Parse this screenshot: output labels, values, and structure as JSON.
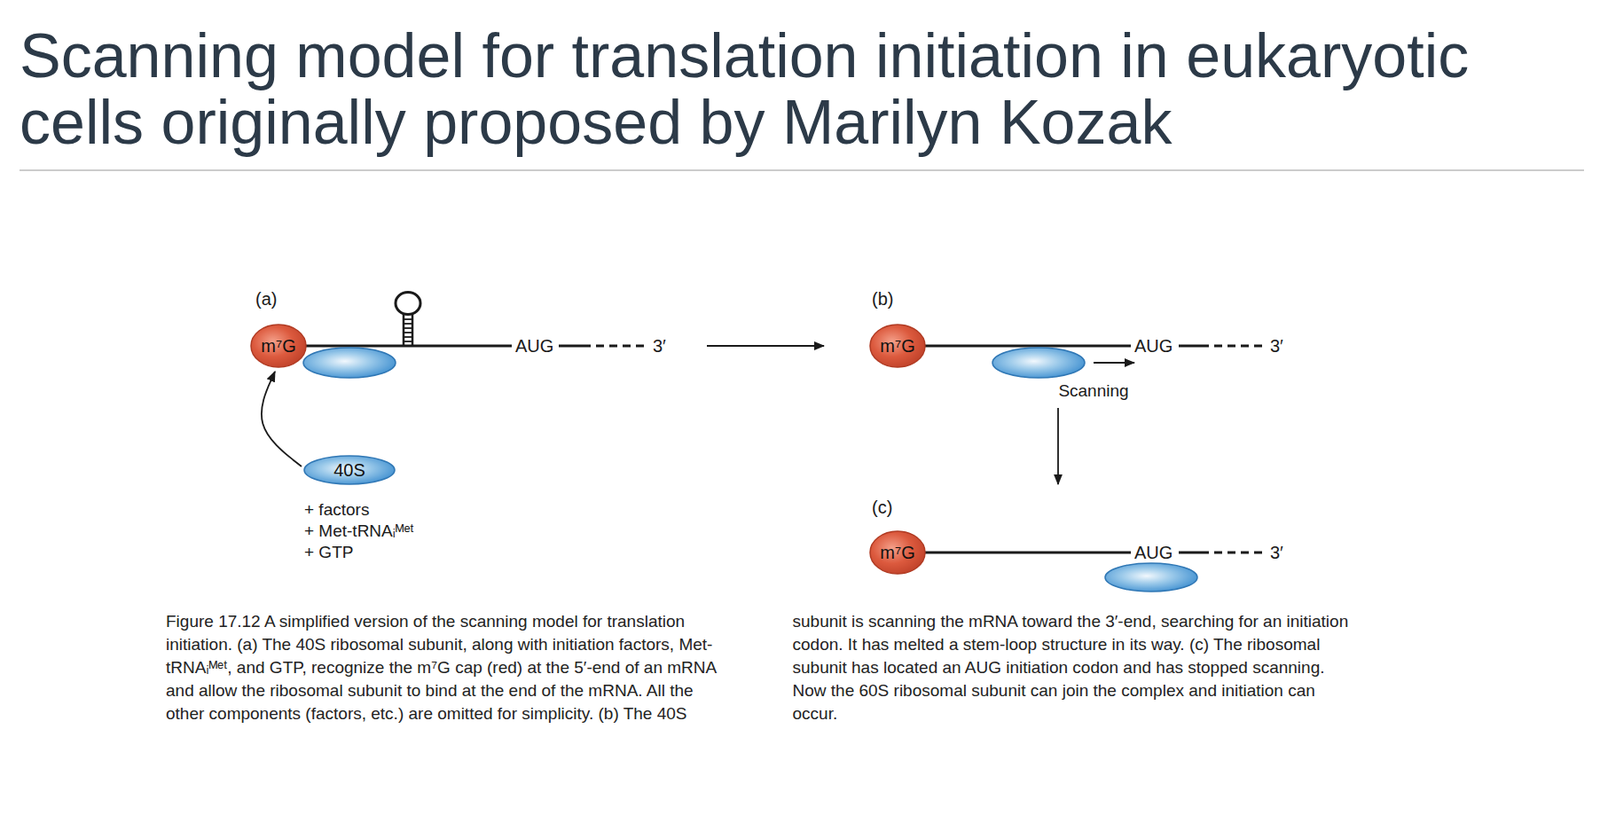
{
  "diagram": {
    "title": "Scanning model for translation initiation in eukaryotic cells originally proposed by Marilyn Kozak",
    "caption": "Figure 17.12 A simplified version of the scanning model for translation initiation. (a) The 40S ribosomal subunit, along with initiation factors, Met-tRNAᵢᴹᵉᵗ, and GTP, recognize the m⁷G cap (red) at the 5′-end of an mRNA and allow the ribosomal subunit to bind at the end of the mRNA. All the other components (factors, etc.) are omitted for simplicity. (b) The 40S subunit is scanning the mRNA toward the 3′-end, searching for an initiation codon. It has melted a stem-loop structure in its way. (c) The ribosomal subunit has located an AUG initiation codon and has stopped scanning. Now the 60S ribosomal subunit can join the complex and initiation can occur.",
    "nodes": [
      {
        "text": [
          "m⁷G"
        ]
      },
      {
        "text": [
          "40S"
        ]
      },
      {
        "text": [
          "m⁷G"
        ]
      },
      {
        "text": [
          "m⁷G"
        ]
      }
    ],
    "edges": [
      {
        "from": 1,
        "to": 0,
        "arrow": "to"
      }
    ],
    "labels": [
      "(a)",
      "AUG",
      "3′",
      "+ factors",
      "+ Met-tRNAᵢᴹᵉᵗ",
      "+ GTP",
      "(b)",
      "AUG",
      "3′",
      "Scanning",
      "(c)",
      "AUG",
      "3′"
    ]
  }
}
